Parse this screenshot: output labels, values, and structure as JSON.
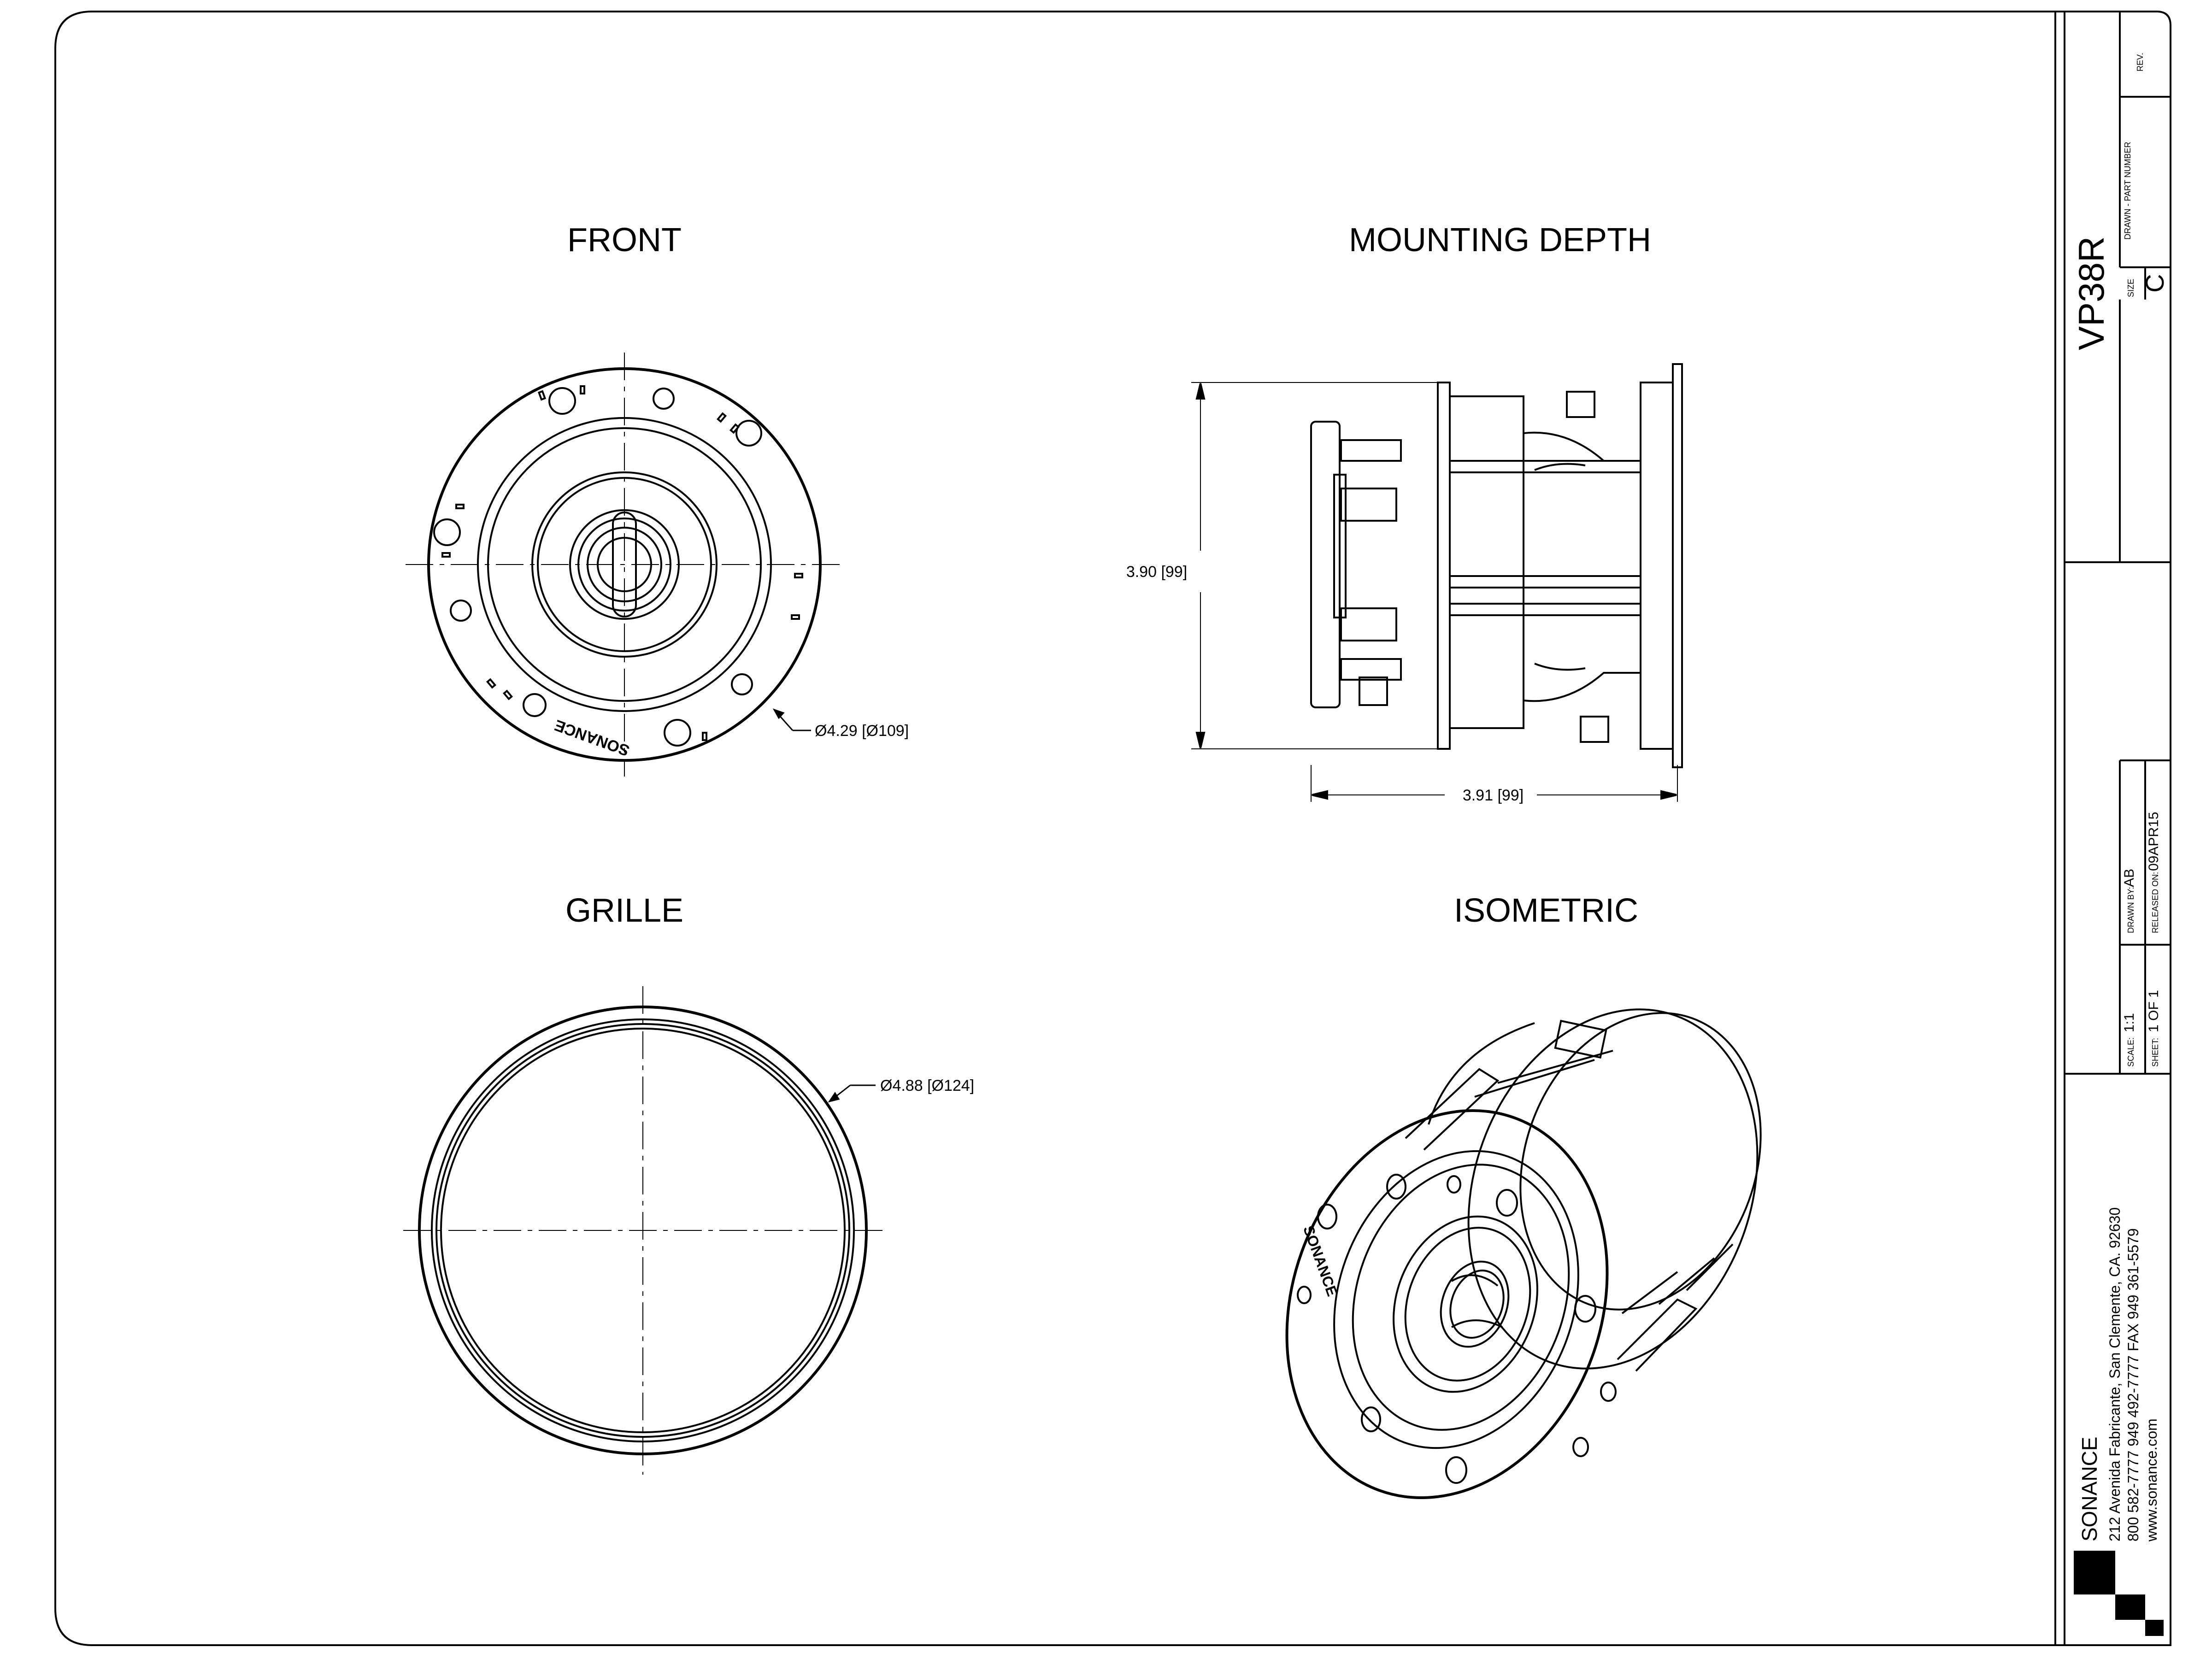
{
  "views": {
    "front": {
      "title": "FRONT",
      "dimension": "Ø4.29 [Ø109]",
      "brand_mark": "SONANCE"
    },
    "mounting_depth": {
      "title": "MOUNTING DEPTH",
      "height_dimension": "3.90 [99]",
      "depth_dimension": "3.91 [99]"
    },
    "grille": {
      "title": "GRILLE",
      "dimension": "Ø4.88 [Ø124]"
    },
    "isometric": {
      "title": "ISOMETRIC",
      "brand_mark": "SONANCE"
    }
  },
  "title_block": {
    "rev_label": "REV.",
    "part_number_label": "DRAWN - PART NUMBER",
    "part_number": "VP38R",
    "size_label": "SIZE",
    "size": "C",
    "scale_label": "SCALE:",
    "scale": "1:1",
    "sheet_label": "SHEET:",
    "sheet": "1 OF 1",
    "drawn_by_label": "DRAWN BY:",
    "drawn_by": "AB",
    "released_label": "RELEASED ON:",
    "released_on": "09APR15",
    "company": "SONANCE",
    "address": "212 Avenida Fabricante, San Clemente, CA. 92630",
    "phone": "800 582-7777  949 492-7777  FAX 949 361-5579",
    "website": "www.sonance.com"
  }
}
